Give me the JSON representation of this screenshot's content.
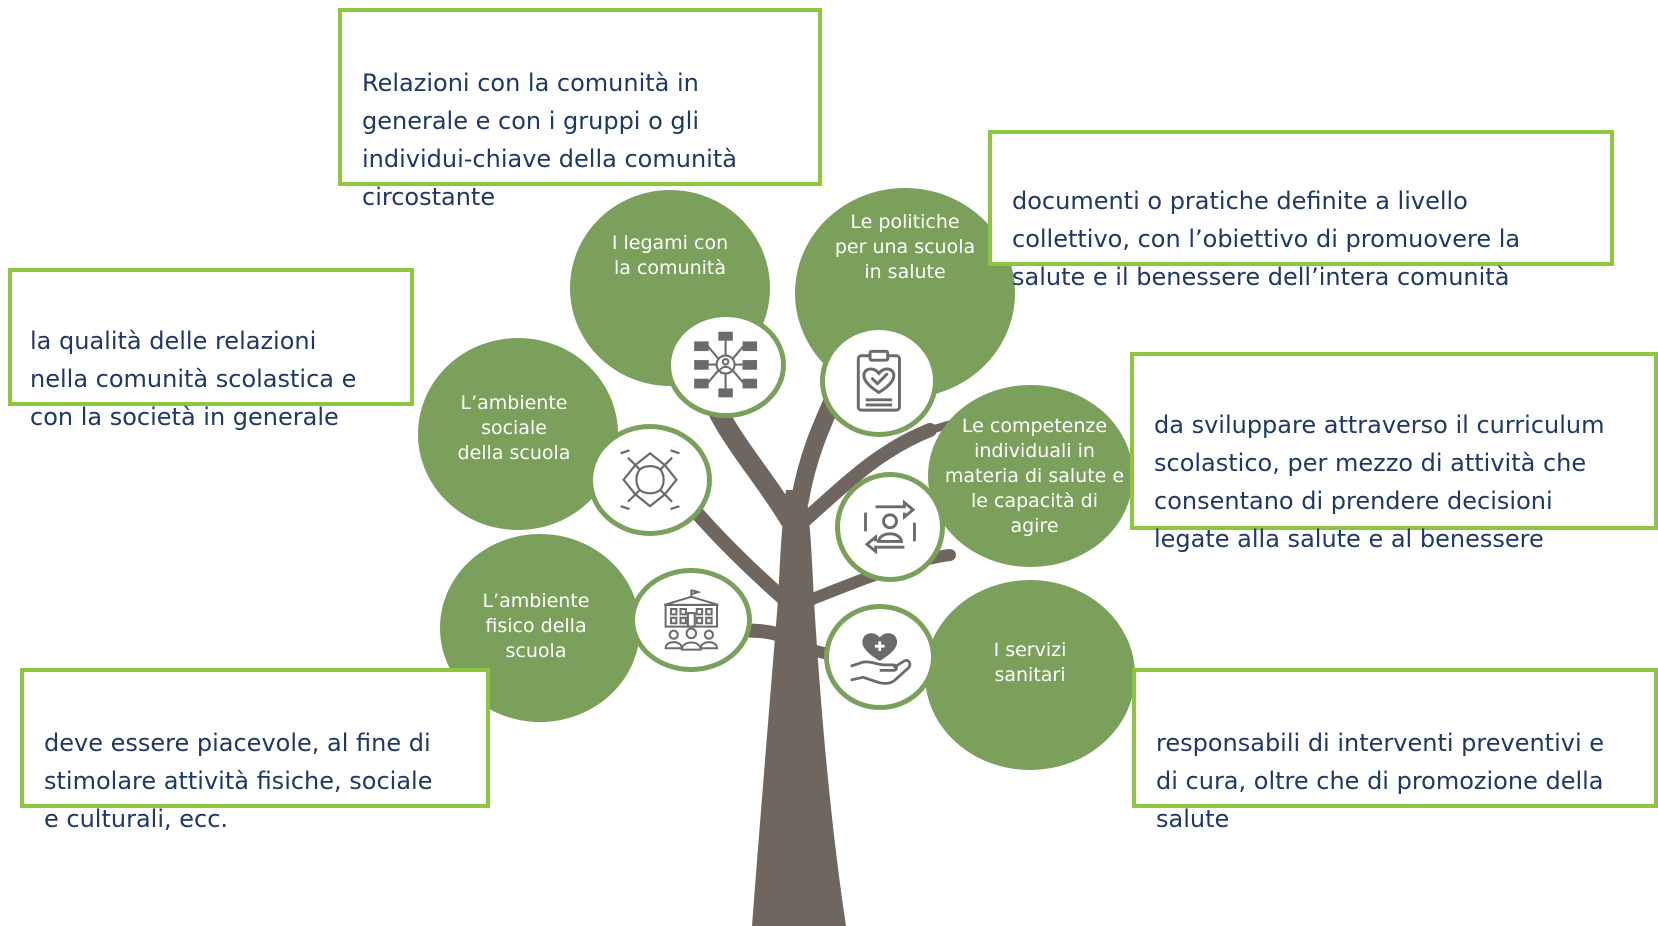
{
  "colors": {
    "trunk": "#6f665f",
    "leaf": "#7ba05b",
    "box_border": "#8cc63f",
    "box_text": "#1f3864",
    "icon_stroke": "#6b6b6b"
  },
  "bubbles": [
    {
      "label": "I legami con\nla comunità",
      "icon": "network-icon"
    },
    {
      "label": "Le politiche\nper una scuola\nin salute",
      "icon": "clipboard-check-icon"
    },
    {
      "label": "L’ambiente\nsociale\ndella scuola",
      "icon": "joined-hands-icon"
    },
    {
      "label": "Le competenze\nindividuali in\nmateria di salute e\nle capacità di\nagire",
      "icon": "person-cycle-icon"
    },
    {
      "label": "L’ambiente\nfisico della\nscuola",
      "icon": "school-building-icon"
    },
    {
      "label": "I servizi\nsanitari",
      "icon": "hand-heart-icon"
    }
  ],
  "descriptions": [
    {
      "text": "Relazioni con la comunità in\ngenerale  e con i gruppi o gli\nindividui-chiave della comunità\ncircostante"
    },
    {
      "text": "documenti o pratiche definite a livello\ncollettivo, con l’obiettivo di promuovere la\nsalute e il benessere dell’intera comunità"
    },
    {
      "text": " la qualità delle relazioni\nnella comunità scolastica e\ncon la società in generale"
    },
    {
      "text": "da sviluppare attraverso il curriculum\nscolastico, per mezzo di attività che\nconsentano di prendere decisioni\nlegate alla salute e al benessere"
    },
    {
      "text": "deve essere piacevole, al fine di\nstimolare attività fisiche, sociale\ne culturali, ecc."
    },
    {
      "text": "responsabili di  interventi preventivi e\ndi cura, oltre che di promozione della\nsalute"
    }
  ]
}
